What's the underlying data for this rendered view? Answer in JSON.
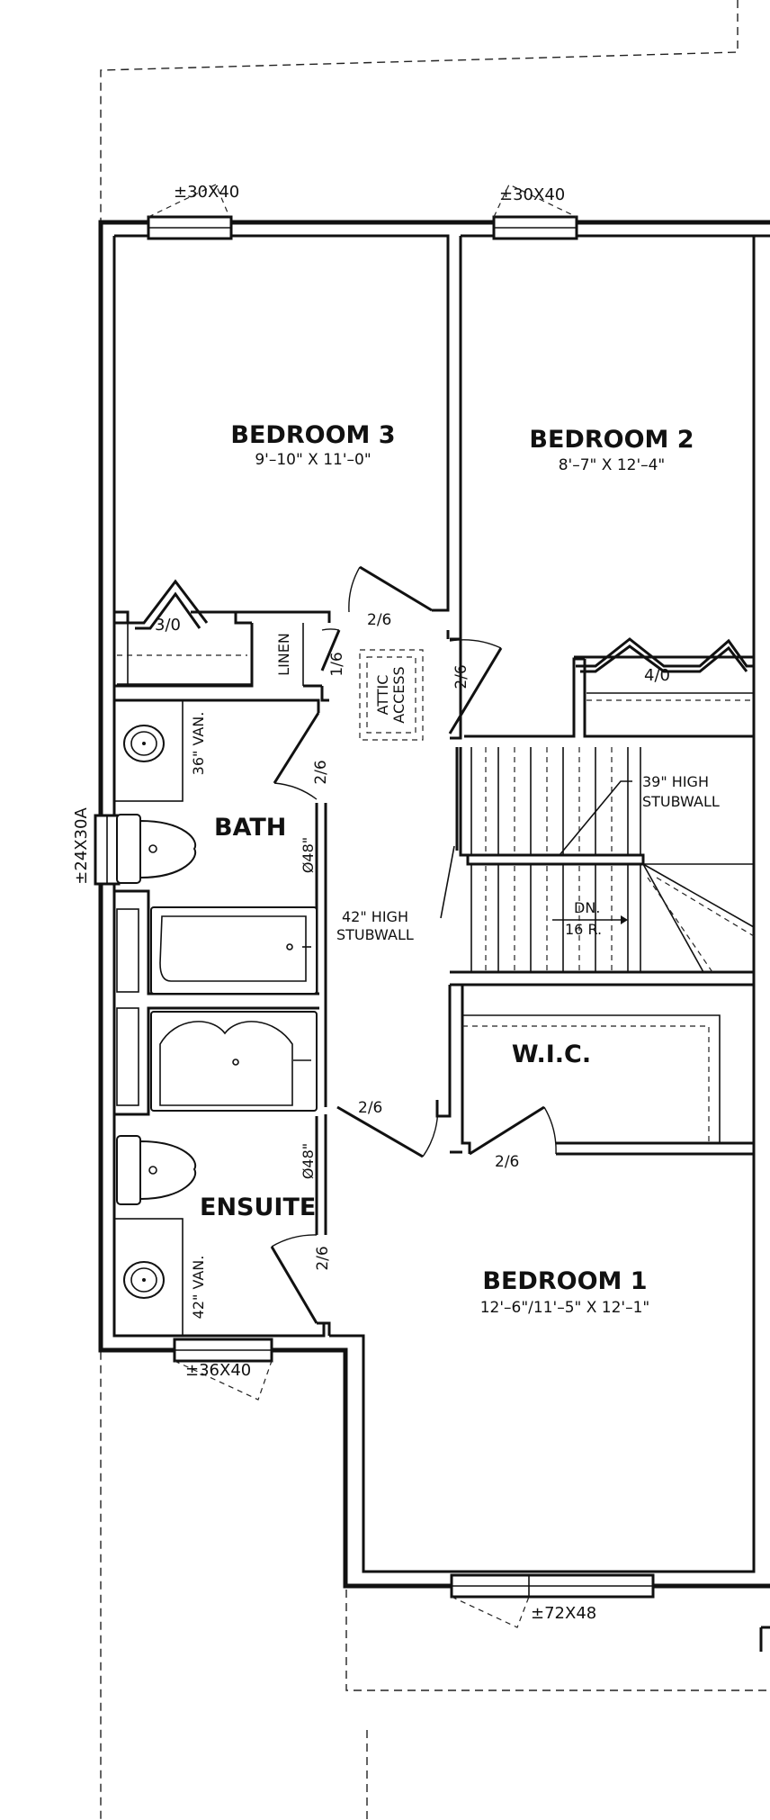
{
  "rooms": {
    "bedroom3": {
      "name": "BEDROOM 3",
      "dims": "9'–10\" X 11'–0\""
    },
    "bedroom2": {
      "name": "BEDROOM 2",
      "dims": "8'–7\" X 12'–4\""
    },
    "bedroom1": {
      "name": "BEDROOM 1",
      "dims": "12'–6\"/11'–5\" X 12'–1\""
    },
    "bath": {
      "name": "BATH"
    },
    "ensuite": {
      "name": "ENSUITE"
    },
    "wic": {
      "name": "W.I.C."
    },
    "linen": {
      "name": "LINEN"
    }
  },
  "windows": {
    "bedroom3": "±30X40",
    "bedroom2": "±30X40",
    "bath": "±24X30A",
    "ensuite": "±36X40",
    "bedroom1": "±72X48"
  },
  "doors": {
    "bedroom3_door": "2/6",
    "bedroom2_door": "2/6",
    "linen_door": "1/6",
    "bath_door": "2/6",
    "ensuite_door": "2/6",
    "ensuite_inner_door": "2/6",
    "wic_door": "2/6",
    "closet3": "3/0",
    "closet2": "4/0"
  },
  "fixtures": {
    "bath_vanity": "36\" VAN.",
    "ensuite_vanity": "42\" VAN.",
    "bath_shower": "Ø48\"",
    "ensuite_shower": "Ø48\""
  },
  "notes": {
    "attic": [
      "ATTIC",
      "ACCESS"
    ],
    "stubwall_39": [
      "39\" HIGH",
      "STUBWALL"
    ],
    "stubwall_42": [
      "42\" HIGH",
      "STUBWALL"
    ],
    "stair_dn": "DN.",
    "stair_risers": "16 R."
  }
}
